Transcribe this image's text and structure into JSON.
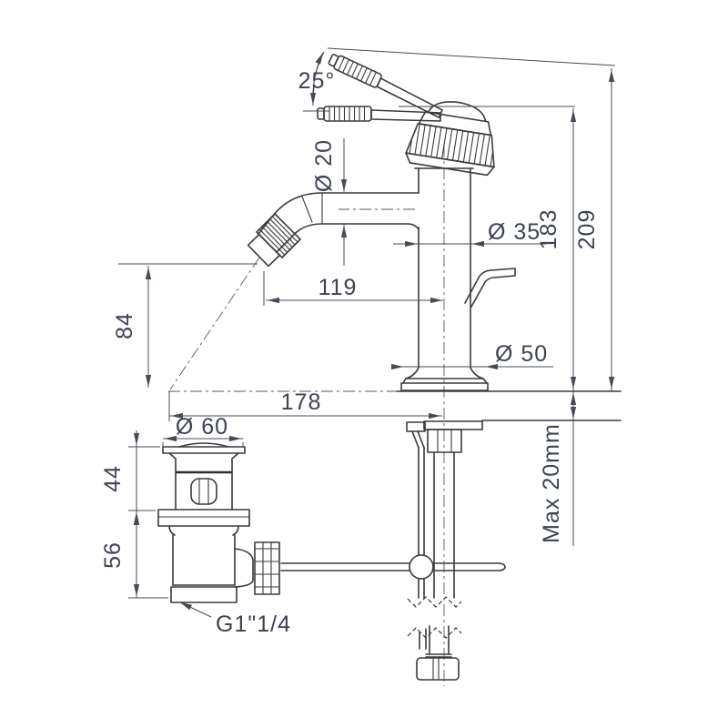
{
  "drawing": {
    "kind": "faucet-installation-technical-drawing",
    "colors": {
      "line": "#3a3a3a",
      "dimension": "#3d4350",
      "background": "#ffffff"
    }
  },
  "dimensions": {
    "handle_angle": "25°",
    "spout_tube_diameter": "Ø 20",
    "body_diameter": "Ø 35",
    "height_handle_closed": "183",
    "height_handle_open": "209",
    "spout_reach": "119",
    "spout_outlet_height": "84",
    "base_diameter": "Ø 50",
    "total_reach": "178",
    "deck_max_thickness": "Max 20mm",
    "waste_cap_diameter": "Ø 60",
    "waste_upper_height": "44",
    "waste_body_height": "56",
    "waste_thread": "G1\"1/4"
  }
}
